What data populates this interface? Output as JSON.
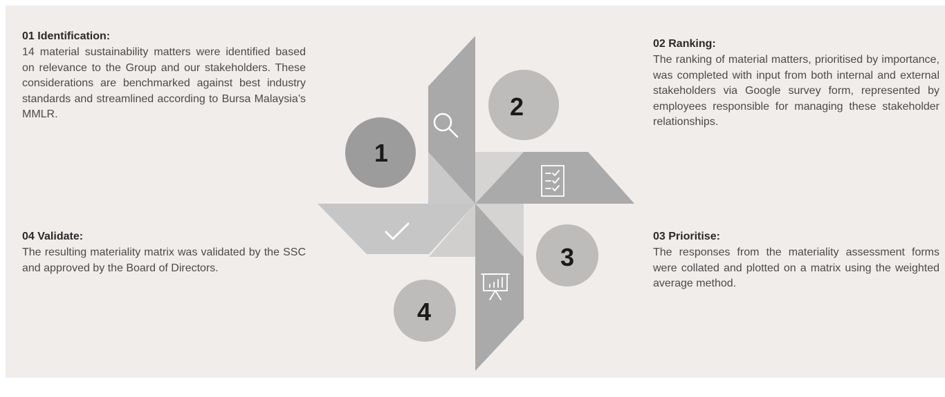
{
  "steps": [
    {
      "number": "1",
      "title": "01 Identification:",
      "body": "14 material sustainability matters were identified based on relevance to the Group and our stakeholders. These considerations are benchmarked against best industry standards and streamlined according to Bursa Malaysia’s MMLR.",
      "icon": "magnifier-icon"
    },
    {
      "number": "2",
      "title": "02 Ranking:",
      "body": "The ranking of material matters, prioritised by importance, was completed with input from both internal and external stakeholders via Google survey form, represented by employees responsible for managing these stakeholder relationships.",
      "icon": "checklist-icon"
    },
    {
      "number": "3",
      "title": "03 Prioritise:",
      "body": "The responses from the materiality assessment forms were collated and plotted on a matrix using the weighted average method.",
      "icon": "presentation-chart-icon"
    },
    {
      "number": "4",
      "title": "04 Validate:",
      "body": "The resulting materiality matrix was validated by the SSC and approved by the Board of Directors.",
      "icon": "checkmark-icon"
    }
  ],
  "colors": {
    "background": "#f1edea",
    "blade_dark": "#a8a8a8",
    "blade_light": "#c8c8c8",
    "blade_lighter": "#d8d6d4",
    "circle_dark": "#9c9c9c",
    "circle_light": "#bdbbb9"
  }
}
